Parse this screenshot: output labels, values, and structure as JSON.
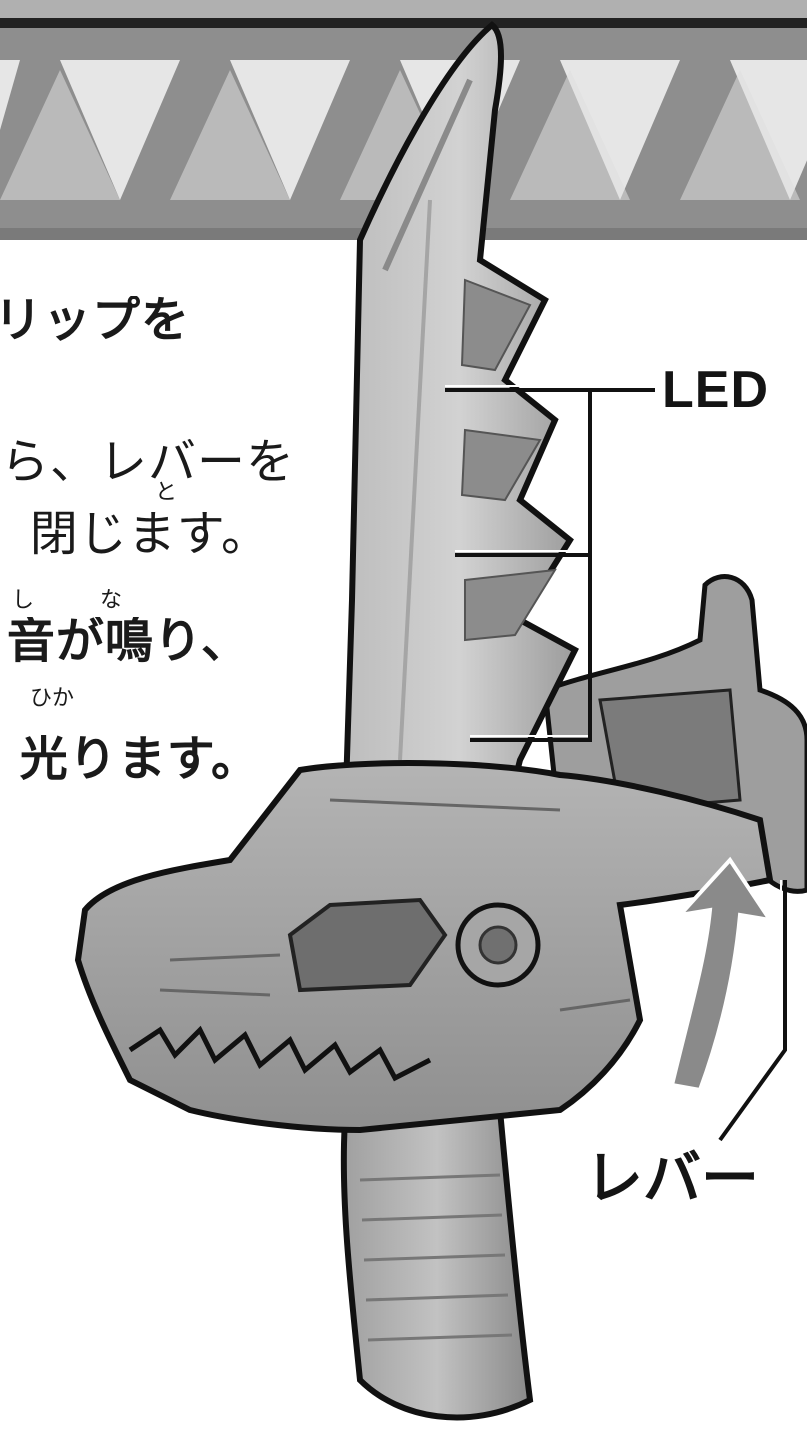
{
  "instructions": [
    {
      "ruby": "",
      "text": "リップを"
    },
    {
      "ruby": "",
      "text": "ら、レバーを"
    },
    {
      "ruby": "と",
      "text": "閉じます。"
    },
    {
      "ruby": "し　　　な",
      "text": "音が鳴り、"
    },
    {
      "ruby": "ひか",
      "text": "光ります。"
    }
  ],
  "callouts": {
    "led": "LED",
    "lever": "レバー"
  },
  "colors": {
    "banner_band": "#b0b0b0",
    "banner_line": "#222222",
    "zigzag_dark": "#8e8e8e",
    "zigzag_light": "#e6e6e6",
    "toy_body": "#a8a8a8",
    "toy_outline": "#111111"
  },
  "icons": [
    "dragon-sword-toy-illustration",
    "lever-arrow-icon"
  ]
}
